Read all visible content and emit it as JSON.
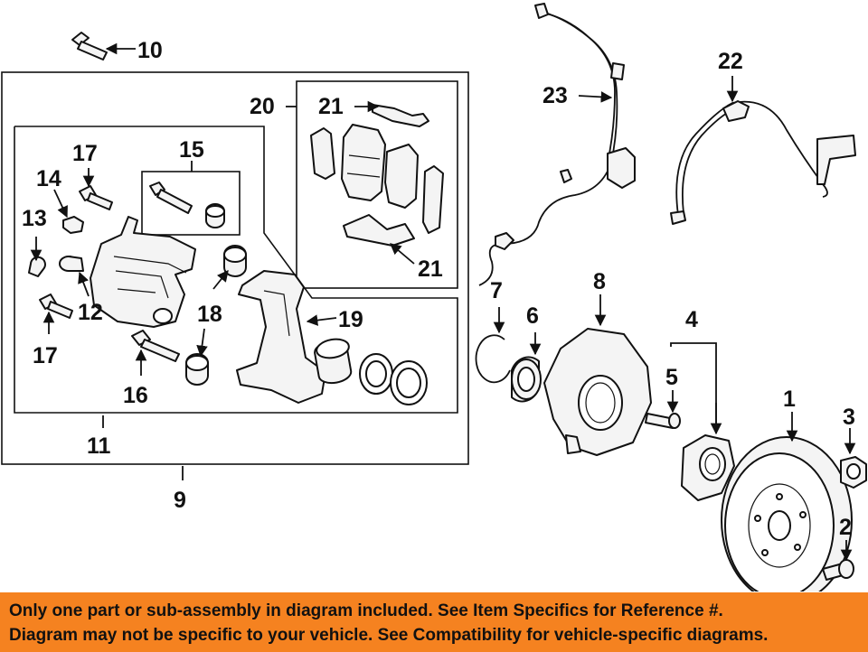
{
  "callouts": {
    "c1": "1",
    "c2": "2",
    "c3": "3",
    "c4": "4",
    "c5": "5",
    "c6": "6",
    "c7": "7",
    "c8": "8",
    "c9": "9",
    "c10": "10",
    "c11": "11",
    "c12": "12",
    "c13": "13",
    "c14": "14",
    "c15": "15",
    "c16": "16",
    "c17a": "17",
    "c17b": "17",
    "c18": "18",
    "c19": "19",
    "c20": "20",
    "c21a": "21",
    "c21b": "21",
    "c22": "22",
    "c23": "23"
  },
  "footer": {
    "line1": "Only one part or sub-assembly in diagram included. See Item Specifics for Reference #.",
    "line2": "Diagram may not be specific to your vehicle. See Compatibility for vehicle-specific diagrams.",
    "background_color": "#f58220"
  }
}
